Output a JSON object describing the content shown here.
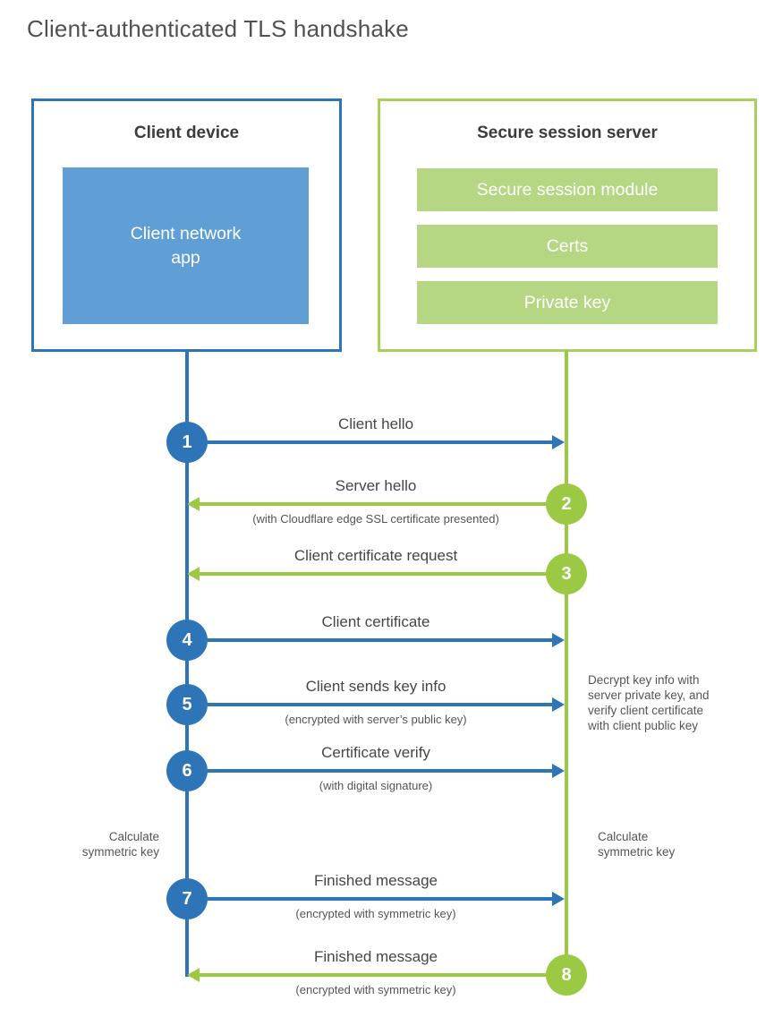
{
  "title": "Client-authenticated TLS handshake",
  "colors": {
    "blue_line": "#2e75b8",
    "blue_fill": "#5f9fd6",
    "green_line": "#9cc944",
    "green_border": "#a5d05c",
    "green_fill": "#b5d783",
    "heading_text": "#3c3c3c",
    "label_text": "#464646",
    "muted_text": "#555555"
  },
  "client_box": {
    "title": "Client device",
    "inner_label": "Client network\napp"
  },
  "server_box": {
    "title": "Secure session server",
    "modules": [
      "Secure session module",
      "Certs",
      "Private key"
    ]
  },
  "steps": [
    {
      "number": "1",
      "from": "client",
      "to": "server",
      "label": "Client hello",
      "sublabel": ""
    },
    {
      "number": "2",
      "from": "server",
      "to": "client",
      "label": "Server hello",
      "sublabel": "(with Cloudflare edge SSL certificate presented)"
    },
    {
      "number": "3",
      "from": "server",
      "to": "client",
      "label": "Client certificate request",
      "sublabel": ""
    },
    {
      "number": "4",
      "from": "client",
      "to": "server",
      "label": "Client certificate",
      "sublabel": ""
    },
    {
      "number": "5",
      "from": "client",
      "to": "server",
      "label": "Client sends key info",
      "sublabel": "(encrypted with server’s public key)"
    },
    {
      "number": "6",
      "from": "client",
      "to": "server",
      "label": "Certificate verify",
      "sublabel": "(with digital signature)"
    },
    {
      "number": "7",
      "from": "client",
      "to": "server",
      "label": "Finished message",
      "sublabel": "(encrypted with symmetric key)"
    },
    {
      "number": "8",
      "from": "server",
      "to": "client",
      "label": "Finished message",
      "sublabel": "(encrypted with symmetric key)"
    }
  ],
  "annotations": {
    "server_note": "Decrypt key info with\nserver private key, and\nverify client certificate\nwith client public key",
    "client_calc": "Calculate\nsymmetric key",
    "server_calc": "Calculate\nsymmetric key"
  }
}
